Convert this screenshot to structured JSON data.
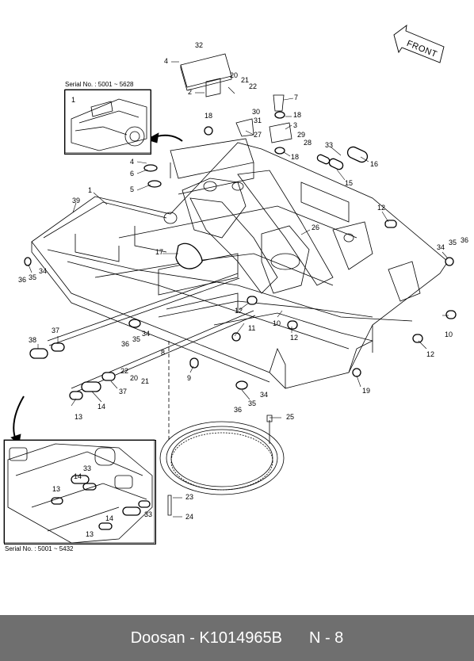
{
  "direction_label": "FRONT",
  "inset_top": {
    "serial": "Serial No. : 5001 ~ 5628",
    "callout": "1"
  },
  "inset_bottom": {
    "serial": "Serial No. : 5001 ~ 5432",
    "callouts": [
      "14",
      "33",
      "13",
      "33",
      "14",
      "13"
    ]
  },
  "callouts": [
    "32",
    "4",
    "2",
    "20",
    "21",
    "22",
    "7",
    "30",
    "31",
    "18",
    "3",
    "27",
    "29",
    "28",
    "18",
    "33",
    "16",
    "15",
    "4",
    "6",
    "5",
    "39",
    "1",
    "12",
    "34",
    "35",
    "36",
    "26",
    "17",
    "36",
    "35",
    "34",
    "12",
    "10",
    "11",
    "37",
    "38",
    "36",
    "35",
    "34",
    "12",
    "10",
    "12",
    "8",
    "22",
    "20",
    "21",
    "37",
    "9",
    "19",
    "14",
    "13",
    "36",
    "35",
    "34",
    "25",
    "23",
    "24",
    "18"
  ],
  "footer": {
    "brand_part": "Doosan - K1014965B",
    "page": "N - 8"
  }
}
